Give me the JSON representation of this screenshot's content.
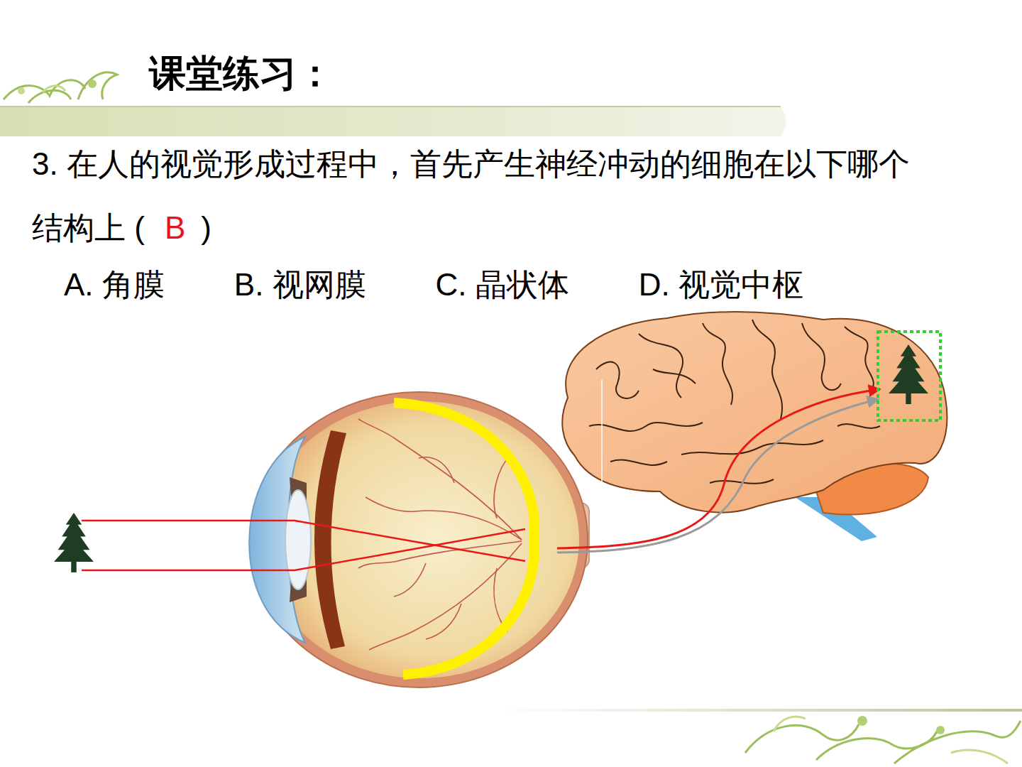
{
  "diagram": {
    "title": "课堂练习：",
    "labels": [
      "3. 在人的视觉形成过程中，首先产生神经冲动的细胞在以下哪个结构上 (",
      "B",
      ")",
      "A. 角膜",
      "B. 视网膜",
      "C. 晶状体",
      "D. 视觉中枢"
    ]
  }
}
